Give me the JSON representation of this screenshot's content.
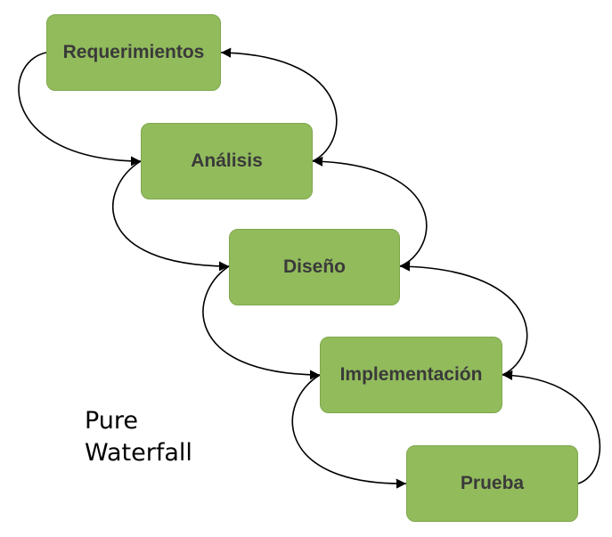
{
  "stages": [
    {
      "label": "Requerimientos"
    },
    {
      "label": "Análisis"
    },
    {
      "label": "Diseño"
    },
    {
      "label": "Implementación"
    },
    {
      "label": "Prueba"
    }
  ],
  "caption": {
    "line1": "Pure",
    "line2": "Waterfall"
  },
  "colors": {
    "box_fill": "#92bb5c",
    "box_text": "#3a3a3a",
    "arrow": "#000000"
  }
}
